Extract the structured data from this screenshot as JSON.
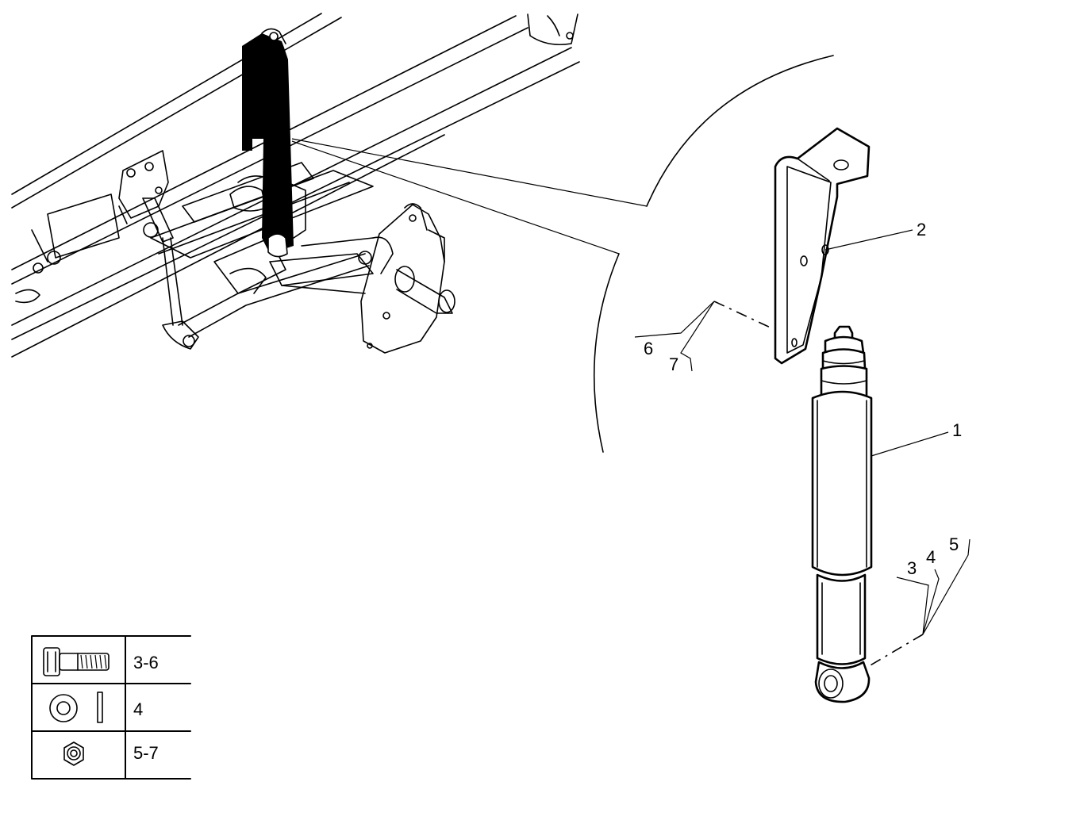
{
  "callouts": {
    "c1": "1",
    "c2": "2",
    "c3": "3",
    "c4": "4",
    "c5": "5",
    "c6": "6",
    "c7": "7"
  },
  "legend": {
    "rows": [
      {
        "icon": "hex-bolt-icon",
        "label": "3-6"
      },
      {
        "icon": "washer-icon",
        "label": "4"
      },
      {
        "icon": "hex-nut-icon",
        "label": "5-7"
      }
    ]
  }
}
